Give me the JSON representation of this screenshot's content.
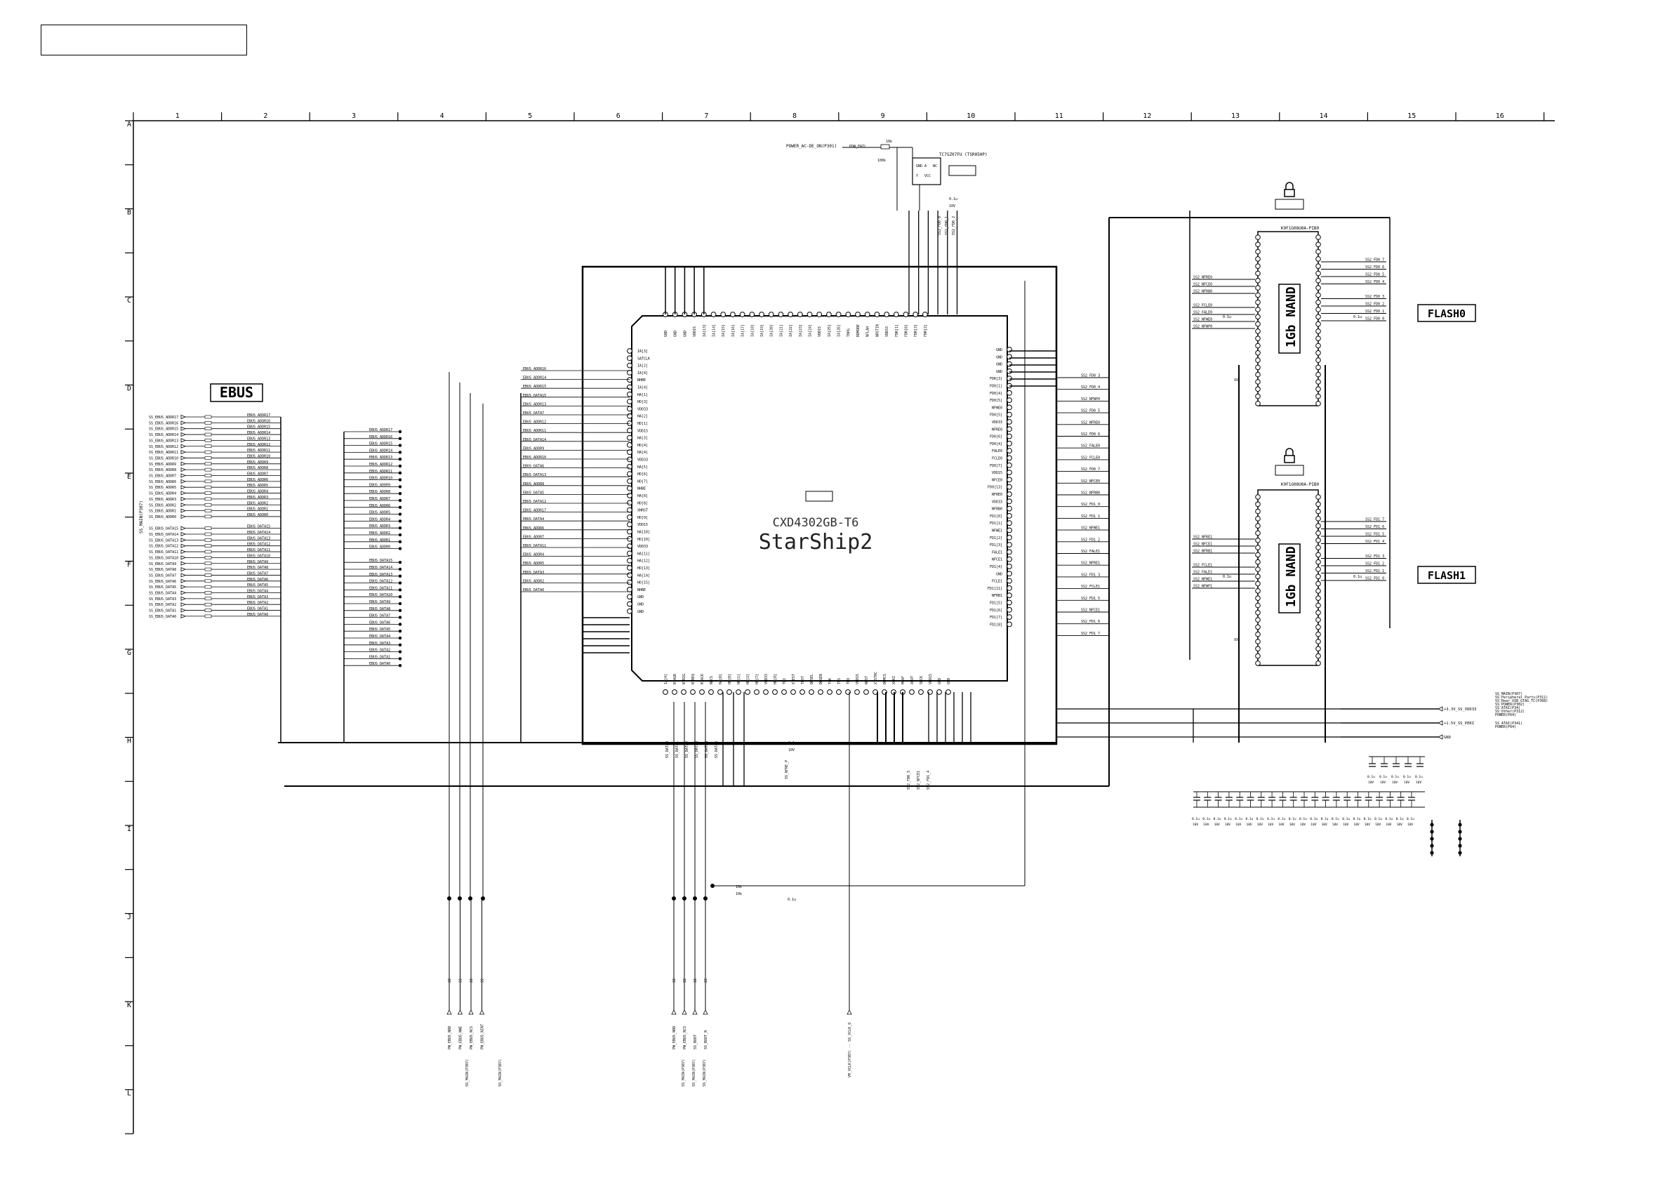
{
  "frame": {
    "columns": [
      "1",
      "2",
      "3",
      "4",
      "5",
      "6",
      "7",
      "8",
      "9",
      "10",
      "11",
      "12",
      "13",
      "14",
      "15",
      "16"
    ],
    "rows": [
      "A",
      "B",
      "C",
      "D",
      "E",
      "F",
      "G",
      "H",
      "I",
      "J",
      "K",
      "L"
    ]
  },
  "ic_main": {
    "part": "CXD4302GB-T6",
    "name": "StarShip2",
    "top_pins": [
      "GND",
      "GND",
      "GND",
      "VDD15",
      "IA[13]",
      "IA[14]",
      "IA[15]",
      "IA[16]",
      "IA[17]",
      "IA[18]",
      "IA[19]",
      "IA[20]",
      "IA[21]",
      "IA[22]",
      "IA[23]",
      "IA[24]",
      "VDD15",
      "IA[25]",
      "IA[26]",
      "TMPG",
      "RDMODE",
      "NFLAH",
      "NRSTIN",
      "VDD33",
      "FDR[1]",
      "FDR[0]",
      "FDR[3]",
      "FDR[2]"
    ],
    "left_pins": [
      "IA[3]",
      "SATCLK",
      "IA[2]",
      "IA[4]",
      "NHBE",
      "IA[4]",
      "HA[1]",
      "HD[3]",
      "VDD33",
      "HA[2]",
      "HD[1]",
      "VDD15",
      "HA[3]",
      "HD[4]",
      "HA[4]",
      "VDD33",
      "HA[5]",
      "HD[6]",
      "HD[7]",
      "NHBE",
      "HA[8]",
      "HD[8]",
      "XHRST",
      "HD[9]",
      "VDD15",
      "HA[10]",
      "HD[10]",
      "VDD33",
      "HA[11]",
      "HA[12]",
      "HD[13]",
      "HA[14]",
      "HD[15]",
      "NHBE",
      "GND",
      "GND",
      "GND"
    ],
    "right_pins": [
      "GND",
      "GND",
      "GND",
      "GND",
      "FDR[3]",
      "FD0[1]",
      "FD0[4]",
      "FD0[5]",
      "NFWE0",
      "FD0[5]",
      "VDD33",
      "NFRE0",
      "FD0[6]",
      "FD0[4]",
      "FALE0",
      "FCLE0",
      "FD0[7]",
      "VDD15",
      "NFCE0",
      "FD0[13]",
      "NFRE0",
      "VDD33",
      "NFRB0",
      "FD1[0]",
      "FD1[1]",
      "NFWE1",
      "FD1[2]",
      "FD1[3]",
      "FALE1",
      "NFCE1",
      "FD1[4]",
      "GND",
      "FCLE1",
      "FD1[11]",
      "NFRB1",
      "FD1[5]",
      "FD1[6]",
      "FD1[7]",
      "FD1[8]"
    ],
    "bottom_pins": [
      "IA[4]",
      "NTAGR",
      "NTRIG",
      "NTREQ",
      "NTACK",
      "NHCS",
      "HA[0]",
      "HD[0]",
      "HD[1]",
      "HD[2]",
      "HD[7]",
      "VDD33",
      "HD[8]",
      "TDI",
      "XTEST",
      "TRST",
      "DBSEL",
      "DBGEN",
      "TCK",
      "TMS",
      "TDO",
      "VDD15",
      "NRST",
      "XTSTRC",
      "DEMCS",
      "XCKI",
      "MCAF",
      "XOUT",
      "SPCK",
      "VDD15",
      "GND",
      "GND"
    ]
  },
  "ebus": {
    "title": "EBUS",
    "left_ports": [
      "SS_EBUS_ADDR17",
      "SS_EBUS_ADDR16",
      "SS_EBUS_ADDR15",
      "SS_EBUS_ADDR14",
      "SS_EBUS_ADDR13",
      "SS_EBUS_ADDR12",
      "SS_EBUS_ADDR11",
      "SS_EBUS_ADDR10",
      "SS_EBUS_ADDR9",
      "SS_EBUS_ADDR8",
      "SS_EBUS_ADDR7",
      "SS_EBUS_ADDR6",
      "SS_EBUS_ADDR5",
      "SS_EBUS_ADDR4",
      "SS_EBUS_ADDR3",
      "SS_EBUS_ADDR2",
      "SS_EBUS_ADDR1",
      "SS_EBUS_ADDR0",
      "",
      "SS_EBUS_DATA15",
      "SS_EBUS_DATA14",
      "SS_EBUS_DATA13",
      "SS_EBUS_DATA12",
      "SS_EBUS_DATA11",
      "SS_EBUS_DATA10",
      "SS_EBUS_DATA9",
      "SS_EBUS_DATA8",
      "SS_EBUS_DATA7",
      "SS_EBUS_DATA6",
      "SS_EBUS_DATA5",
      "SS_EBUS_DATA4",
      "SS_EBUS_DATA3",
      "SS_EBUS_DATA2",
      "SS_EBUS_DATA1",
      "SS_EBUS_DATA0"
    ],
    "mid_nets": [
      "EBUS_ADDR17",
      "EBUS_ADDR16",
      "EBUS_ADDR15",
      "EBUS_ADDR14",
      "EBUS_ADDR13",
      "EBUS_ADDR12",
      "EBUS_ADDR11",
      "EBUS_ADDR10",
      "EBUS_ADDR9",
      "EBUS_ADDR8",
      "EBUS_ADDR7",
      "EBUS_ADDR6",
      "EBUS_ADDR5",
      "EBUS_ADDR4",
      "EBUS_ADDR3",
      "EBUS_ADDR2",
      "EBUS_ADDR1",
      "EBUS_ADDR0",
      "",
      "EBUS_DATA15",
      "EBUS_DATA14",
      "EBUS_DATA13",
      "EBUS_DATA12",
      "EBUS_DATA11",
      "EBUS_DATA10",
      "EBUS_DATA9",
      "EBUS_DATA8",
      "EBUS_DATA7",
      "EBUS_DATA6",
      "EBUS_DATA5",
      "EBUS_DATA4",
      "EBUS_DATA3",
      "EBUS_DATA2",
      "EBUS_DATA1",
      "EBUS_DATA0"
    ],
    "bus_label": "SS_MAIN(P307)",
    "chip_side": [
      "EBUS_ADDR16",
      "EBUS_ADDR14",
      "EBUS_ADDR15",
      "EBUS_DATA15",
      "EBUS_ADDR13",
      "EBUS_DATA7",
      "EBUS_ADDR12",
      "EBUS_ADDR11",
      "EBUS_DATA14",
      "EBUS_ADDR9",
      "EBUS_ADDR10",
      "EBUS_DATA6",
      "EBUS_DATA13",
      "EBUS_ADDR8",
      "EBUS_DATA5",
      "EBUS_DATA12",
      "EBUS_ADDR17",
      "EBUS_DATA4",
      "EBUS_ADDR6",
      "EBUS_ADDR7",
      "EBUS_DATA11",
      "EBUS_ADDR4",
      "EBUS_ADDR5",
      "EBUS_DATA3",
      "EBUS_ADDR2",
      "EBUS_DATA0"
    ]
  },
  "flash0": {
    "title": "FLASH0",
    "chip": "1Gb NAND",
    "part": "K9F1G08U0A-PIB0",
    "left_nets": [
      "SS2_NFRE0",
      "SS2_NFCE0",
      "SS2_NFRB0",
      "",
      "SS2_FCLE0",
      "SS2_FALE0",
      "SS2_NFWE0",
      "SS2_NFWP0"
    ],
    "right_nets": [
      "SS2_FD0_7",
      "SS2_FD0_6",
      "SS2_FD0_5",
      "SS2_FD0_4",
      "",
      "SS2_FD0_3",
      "SS2_FD0_2",
      "SS2_FD0_1",
      "SS2_FD0_0"
    ]
  },
  "flash1": {
    "title": "FLASH1",
    "chip": "1Gb NAND",
    "part": "K9F1G08U0A-PIB0",
    "left_nets": [
      "SS2_NFRE1",
      "SS2_NFCE1",
      "SS2_NFRB1",
      "",
      "SS2_FCLE1",
      "SS2_FALE1",
      "SS2_NFWE1",
      "SS2_NFWP1"
    ],
    "right_nets": [
      "SS2_FD1_7",
      "SS2_FD1_6",
      "SS2_FD1_5",
      "SS2_FD1_4",
      "",
      "SS2_FD1_3",
      "SS2_FD1_2",
      "SS2_FD1_1",
      "SS2_FD1_0"
    ]
  },
  "chip_right_nets": [
    "SS2_FD0_3",
    "SS2_FD0_4",
    "SS2_NFWP0",
    "SS2_FD0_5",
    "SS2_NFRE0",
    "SS2_FD0_6",
    "SS2_FALE0",
    "SS2_FCLE0",
    "SS2_FD0_7",
    "SS2_NFCE0",
    "SS2_NFRB0",
    "SS2_FD1_0",
    "SS2_FD1_1",
    "SS2_NFWE1",
    "SS2_FD1_2",
    "SS2_FALE1",
    "SS2_NFRE1",
    "SS2_FD1_3",
    "SS2_FCLE1",
    "SS2_FD1_5",
    "SS2_NFCE1",
    "SS2_FD1_6",
    "SS2_FD1_7"
  ],
  "power_nets": [
    {
      "label": "+3.3V_SS_VDD33"
    },
    {
      "label": "+1.5V_SS_PERI"
    },
    {
      "label": "GND"
    }
  ],
  "power_notes": [
    "SS_MAIN(P307)",
    "SS_Peripheral Parts(P311)",
    "SS_Rear USB_GTAG_TC(P308)",
    "SS_POWER(P302)",
    "SS_ATAI(P34)",
    "SS_Other(P312)",
    "POWER(P64)",
    "SS_ATAI(P341)",
    "POWER(P64)"
  ],
  "top_circuit": {
    "net": "POWER_AC-DE_ON(P301)",
    "ic": "TC7SZ07FU (TSR05HP)",
    "pins": [
      "GND",
      "A",
      "NC",
      "Y",
      "VCC"
    ],
    "labels": [
      "POW_FAIL",
      "10k",
      "100k",
      "0.1u",
      "10V",
      "SS2_FD0_0",
      "SS2_FD0_1",
      "SS2_FD0_2"
    ]
  },
  "bottom_ports": {
    "group1": [
      "PW_EBUS_NRD",
      "PW_EBUS_NWE",
      "PW_EBUS_NCS",
      "PW_EBUS_NINT"
    ],
    "group1_label": "SS_MAIN(P307)",
    "group2": [
      "PW_EBUS_NRD",
      "PW_EBUS_NCS",
      "SS_BOOT",
      "SS_BOOT_N"
    ],
    "group2_labels": [
      "SS_MAIN(P307)",
      "SS_MAIN(P307)",
      "SS_MAIN(P307)"
    ],
    "xtal": "VM_VCLK(P307) -- SS_VCLK_O",
    "bottom_vertical_labels": [
      "SS_DATA0",
      "SS_DATA1",
      "SS_DATA2",
      "SS_DATA3",
      "SS_DATA4",
      "SS_DATA5",
      "SS_NFRE_P",
      "SS2_FD0_5",
      "SS2_NFCE1",
      "SS2_FD1_4"
    ]
  },
  "cap_bank": {
    "values": [
      "0.1u",
      "0.1u",
      "0.1u",
      "0.1u",
      "0.1u",
      "0.1u",
      "0.1u",
      "0.1u",
      "0.1u",
      "0.1u",
      "0.1u",
      "0.1u",
      "0.1u",
      "0.1u",
      "0.1u",
      "0.1u",
      "0.1u",
      "0.1u",
      "0.1u",
      "0.1u",
      "0.1u"
    ],
    "voltage": "10V"
  },
  "misc_labels": {
    "r_22": "22",
    "r_10k": "10k",
    "r_220": "22Ω",
    "cap": "0.1u",
    "v10": "10V",
    "x": "XX"
  }
}
